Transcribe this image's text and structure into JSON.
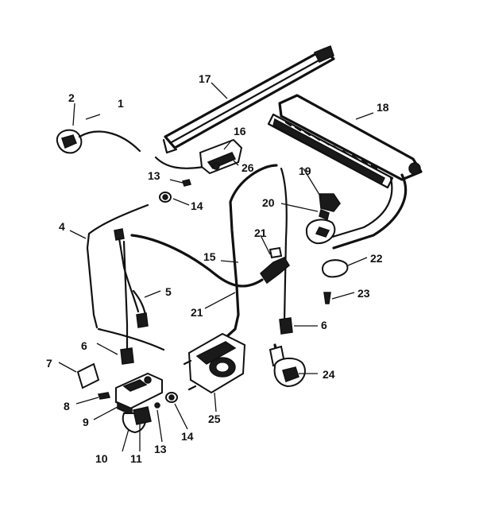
{
  "callouts": [
    {
      "id": "1",
      "label": "1"
    },
    {
      "id": "2",
      "label": "2"
    },
    {
      "id": "4",
      "label": "4"
    },
    {
      "id": "5",
      "label": "5"
    },
    {
      "id": "6a",
      "label": "6"
    },
    {
      "id": "6b",
      "label": "6"
    },
    {
      "id": "7",
      "label": "7"
    },
    {
      "id": "8",
      "label": "8"
    },
    {
      "id": "9",
      "label": "9"
    },
    {
      "id": "10",
      "label": "10"
    },
    {
      "id": "11",
      "label": "11"
    },
    {
      "id": "13a",
      "label": "13"
    },
    {
      "id": "13b",
      "label": "13"
    },
    {
      "id": "14a",
      "label": "14"
    },
    {
      "id": "14b",
      "label": "14"
    },
    {
      "id": "15",
      "label": "15"
    },
    {
      "id": "16",
      "label": "16"
    },
    {
      "id": "17",
      "label": "17"
    },
    {
      "id": "18",
      "label": "18"
    },
    {
      "id": "19",
      "label": "19"
    },
    {
      "id": "20",
      "label": "20"
    },
    {
      "id": "21a",
      "label": "21"
    },
    {
      "id": "21b",
      "label": "21"
    },
    {
      "id": "22",
      "label": "22"
    },
    {
      "id": "23",
      "label": "23"
    },
    {
      "id": "24",
      "label": "24"
    },
    {
      "id": "25",
      "label": "25"
    },
    {
      "id": "26",
      "label": "26"
    }
  ]
}
